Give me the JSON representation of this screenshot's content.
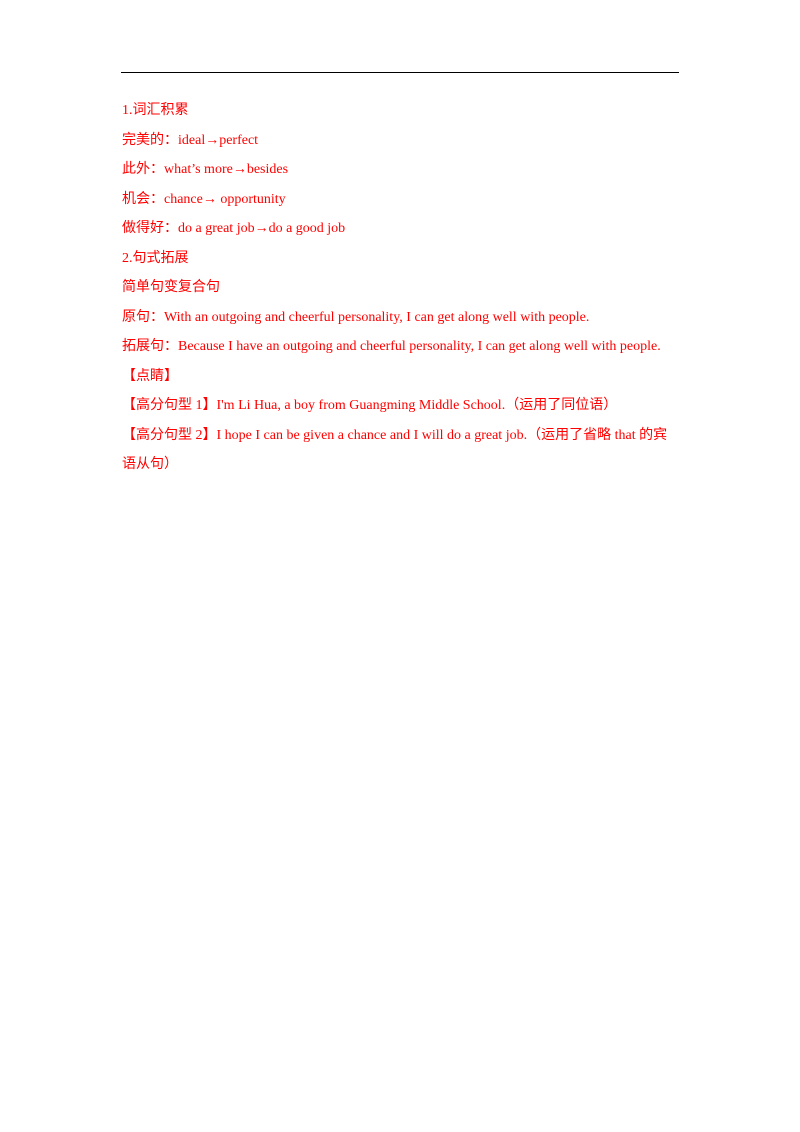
{
  "document": {
    "text_color": "#ff0000",
    "rule_color": "#000000",
    "lines": [
      "1.词汇积累",
      "完美的：ideal→perfect",
      "此外：what’s more→besides",
      "机会：chance→ opportunity",
      "做得好：do a great job→do a good job",
      "2.句式拓展",
      "简单句变复合句",
      "原句：With an outgoing and cheerful personality, I can get along well with people.",
      "拓展句：Because I have an outgoing and cheerful personality, I can get along well with people.",
      "【点睛】",
      "【高分句型 1】I'm Li Hua, a boy from Guangming Middle School.（运用了同位语）",
      "【高分句型 2】I hope I can be given a chance and I will do a great job.（运用了省略 that 的宾语从句）"
    ]
  }
}
